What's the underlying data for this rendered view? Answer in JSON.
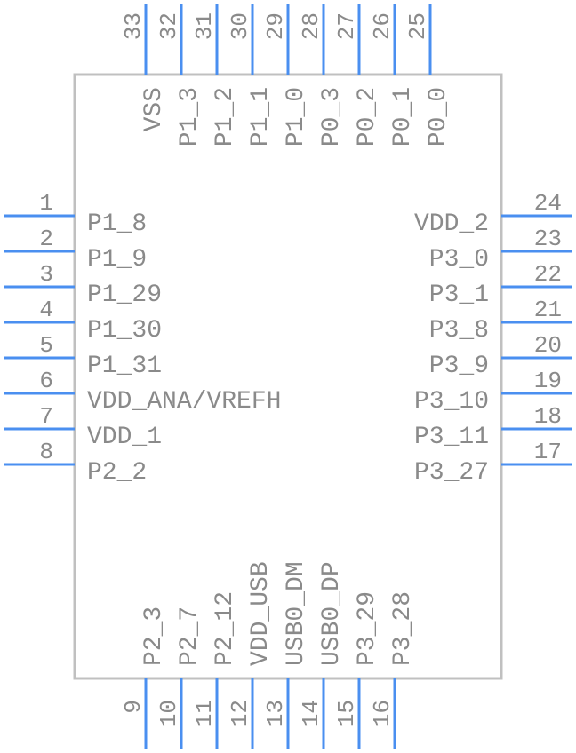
{
  "package": {
    "outline_color": "#c0c0c0",
    "pin_color": "#4a8ff0",
    "text_color": "#8a8a8a"
  },
  "pins": {
    "left": [
      {
        "number": "1",
        "name": "P1_8"
      },
      {
        "number": "2",
        "name": "P1_9"
      },
      {
        "number": "3",
        "name": "P1_29"
      },
      {
        "number": "4",
        "name": "P1_30"
      },
      {
        "number": "5",
        "name": "P1_31"
      },
      {
        "number": "6",
        "name": "VDD_ANA/VREFH"
      },
      {
        "number": "7",
        "name": "VDD_1"
      },
      {
        "number": "8",
        "name": "P2_2"
      }
    ],
    "bottom": [
      {
        "number": "9",
        "name": "P2_3"
      },
      {
        "number": "10",
        "name": "P2_7"
      },
      {
        "number": "11",
        "name": "P2_12"
      },
      {
        "number": "12",
        "name": "VDD_USB"
      },
      {
        "number": "13",
        "name": "USB0_DM"
      },
      {
        "number": "14",
        "name": "USB0_DP"
      },
      {
        "number": "15",
        "name": "P3_29"
      },
      {
        "number": "16",
        "name": "P3_28"
      }
    ],
    "right": [
      {
        "number": "24",
        "name": "VDD_2"
      },
      {
        "number": "23",
        "name": "P3_0"
      },
      {
        "number": "22",
        "name": "P3_1"
      },
      {
        "number": "21",
        "name": "P3_8"
      },
      {
        "number": "20",
        "name": "P3_9"
      },
      {
        "number": "19",
        "name": "P3_10"
      },
      {
        "number": "18",
        "name": "P3_11"
      },
      {
        "number": "17",
        "name": "P3_27"
      }
    ],
    "top": [
      {
        "number": "33",
        "name": "VSS"
      },
      {
        "number": "32",
        "name": "P1_3"
      },
      {
        "number": "31",
        "name": "P1_2"
      },
      {
        "number": "30",
        "name": "P1_1"
      },
      {
        "number": "29",
        "name": "P1_0"
      },
      {
        "number": "28",
        "name": "P0_3"
      },
      {
        "number": "27",
        "name": "P0_2"
      },
      {
        "number": "26",
        "name": "P0_1"
      },
      {
        "number": "25",
        "name": "P0_0"
      }
    ]
  }
}
